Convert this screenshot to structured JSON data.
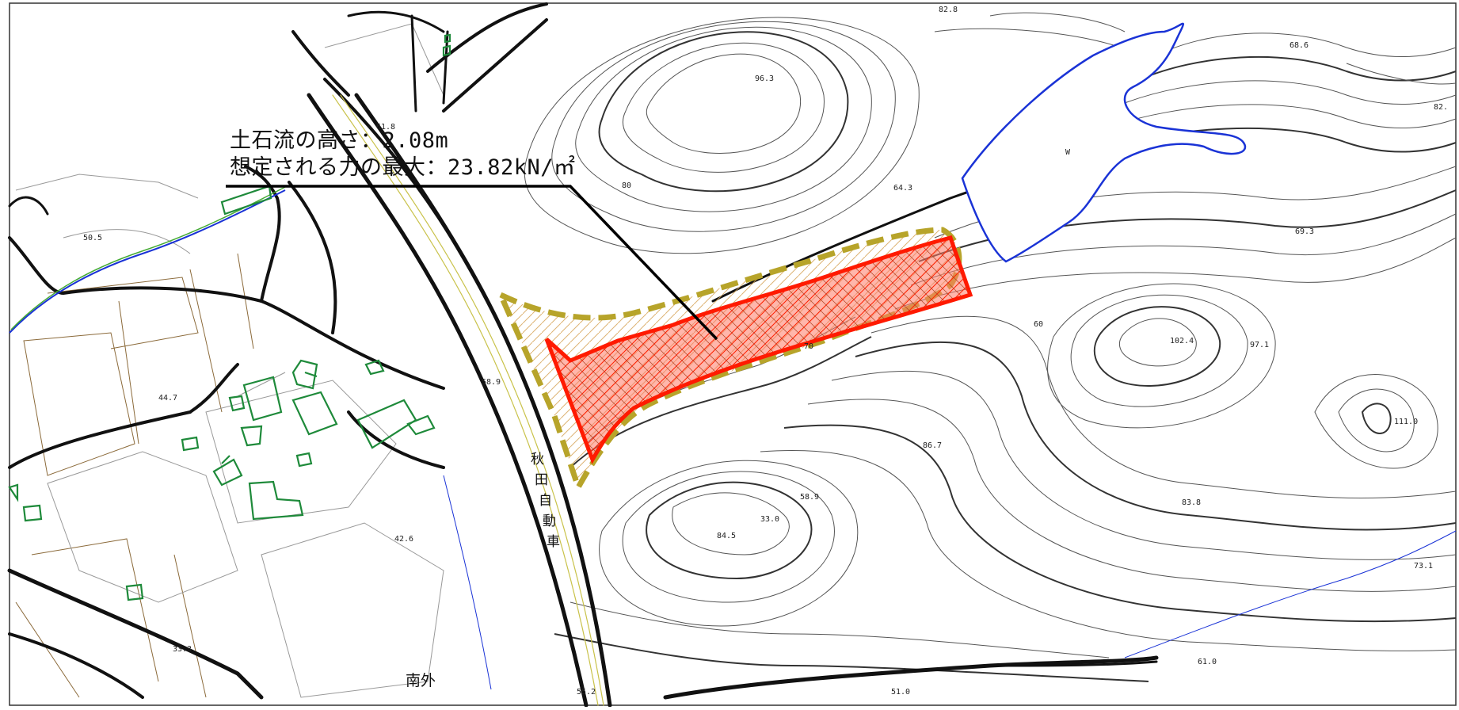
{
  "annotation": {
    "line1": "土石流の高さ：2.08m",
    "line2": "想定される力の最大：23.82kN/㎡"
  },
  "place_names": {
    "town": "南外",
    "expressway_chars": [
      "秋",
      "田",
      "自",
      "動",
      "車"
    ],
    "water": "W"
  },
  "elevations": {
    "e1": "82.8",
    "e2": "68.6",
    "e3": "96.3",
    "e4": "82.",
    "e5": "50.5",
    "e6": "64.3",
    "e7": "69.3",
    "e8": "80",
    "e9": "61.8",
    "e10": "44.7",
    "e11": "58.9",
    "e12": "102.4",
    "e13": "97.1",
    "e14": "111.0",
    "e15": "86.7",
    "e16": "58.9",
    "e17": "84.5",
    "e18": "33.0",
    "e19": "83.8",
    "e20": "42.6",
    "e21": "73.1",
    "e22": "33.3",
    "e23": "61.0",
    "e24": "51.0",
    "e25": "55.2",
    "e26": "70",
    "e27": "60"
  },
  "colors": {
    "hazard_red": "#ff1a00",
    "hazard_zone_olive": "#b7a42a",
    "water_blue": "#1a33d6",
    "building_green": "#1e8a3a",
    "contour_gray": "#555555",
    "road_black": "#111111"
  }
}
